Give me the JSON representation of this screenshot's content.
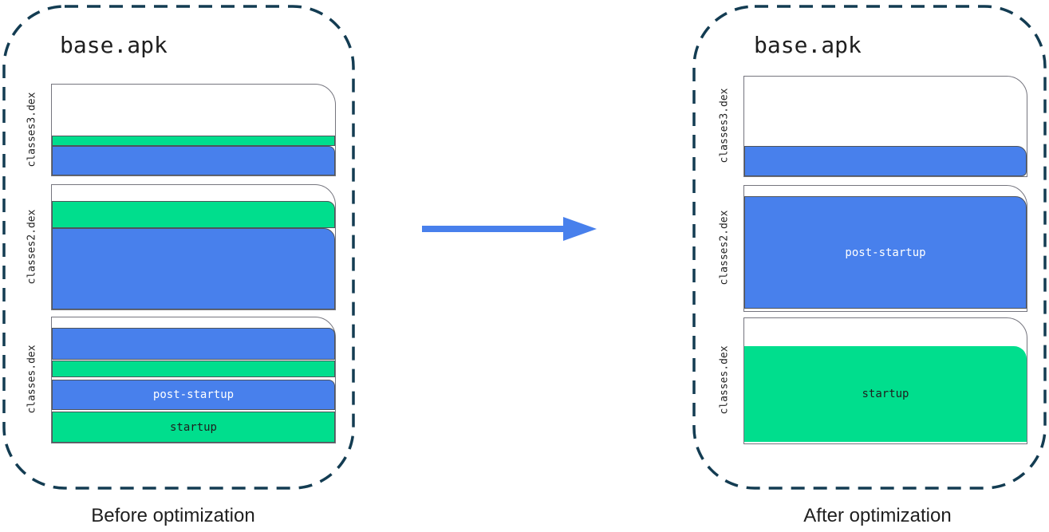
{
  "colors": {
    "blue": "#4880ec",
    "green": "#00de8d",
    "pageBorder": "#75757e",
    "segBorder": "#4f545a",
    "dash": "#133c52",
    "ink": "#1f1f1f",
    "labelLight": "#ffffff",
    "arrow": "#4880ec"
  },
  "arrow": {
    "icon": "right-arrow",
    "direction": "right"
  },
  "before": {
    "title": "base.apk",
    "caption": "Before optimization",
    "files": [
      {
        "name": "classes3.dex",
        "segments": [
          {
            "color": "green",
            "label": ""
          },
          {
            "color": "blue",
            "label": ""
          }
        ]
      },
      {
        "name": "classes2.dex",
        "segments": [
          {
            "color": "green",
            "label": ""
          },
          {
            "color": "blue",
            "label": ""
          }
        ]
      },
      {
        "name": "classes.dex",
        "segments": [
          {
            "color": "blue",
            "label": ""
          },
          {
            "color": "green",
            "label": ""
          },
          {
            "color": "blue",
            "label": "post-startup"
          },
          {
            "color": "green",
            "label": "startup"
          }
        ]
      }
    ]
  },
  "after": {
    "title": "base.apk",
    "caption": "After optimization",
    "files": [
      {
        "name": "classes3.dex",
        "segments": [
          {
            "color": "blue",
            "label": ""
          }
        ]
      },
      {
        "name": "classes2.dex",
        "segments": [
          {
            "color": "blue",
            "label": "post-startup"
          }
        ]
      },
      {
        "name": "classes.dex",
        "segments": [
          {
            "color": "green",
            "label": "startup"
          }
        ]
      }
    ]
  }
}
